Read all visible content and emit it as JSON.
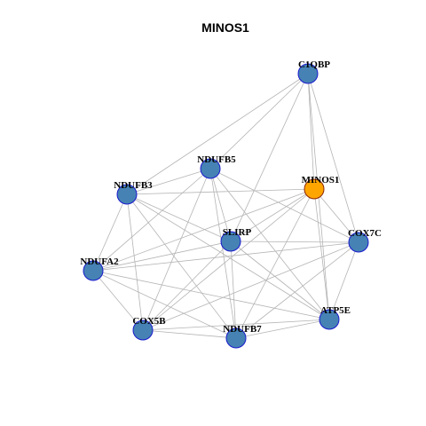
{
  "title": "MINOS1",
  "colors": {
    "default_node_fill": "#4682b4",
    "default_node_stroke": "#1a1acd",
    "highlight_node_fill": "#ffa500",
    "highlight_node_stroke": "#8b2500",
    "edge": "#b4b4b4"
  },
  "nodes": [
    {
      "id": "C1QBP",
      "label": "C1QBP",
      "highlight": false
    },
    {
      "id": "NDUFB5",
      "label": "NDUFB5",
      "highlight": false
    },
    {
      "id": "MINOS1",
      "label": "MINOS1",
      "highlight": true
    },
    {
      "id": "NDUFB3",
      "label": "NDUFB3",
      "highlight": false
    },
    {
      "id": "SLIRP",
      "label": "SLIRP",
      "highlight": false
    },
    {
      "id": "COX7C",
      "label": "COX7C",
      "highlight": false
    },
    {
      "id": "NDUFA2",
      "label": "NDUFA2",
      "highlight": false
    },
    {
      "id": "ATP5E",
      "label": "ATP5E",
      "highlight": false
    },
    {
      "id": "COX5B",
      "label": "COX5B",
      "highlight": false
    },
    {
      "id": "NDUFB7",
      "label": "NDUFB7",
      "highlight": false
    }
  ],
  "edges": [
    [
      "C1QBP",
      "NDUFB5"
    ],
    [
      "C1QBP",
      "NDUFB3"
    ],
    [
      "C1QBP",
      "MINOS1"
    ],
    [
      "C1QBP",
      "SLIRP"
    ],
    [
      "C1QBP",
      "COX7C"
    ],
    [
      "C1QBP",
      "ATP5E"
    ],
    [
      "NDUFB5",
      "NDUFB3"
    ],
    [
      "NDUFB5",
      "NDUFA2"
    ],
    [
      "NDUFB5",
      "SLIRP"
    ],
    [
      "NDUFB5",
      "COX7C"
    ],
    [
      "NDUFB5",
      "ATP5E"
    ],
    [
      "NDUFB5",
      "COX5B"
    ],
    [
      "NDUFB5",
      "NDUFB7"
    ],
    [
      "MINOS1",
      "NDUFB3"
    ],
    [
      "MINOS1",
      "NDUFA2"
    ],
    [
      "MINOS1",
      "SLIRP"
    ],
    [
      "MINOS1",
      "COX7C"
    ],
    [
      "MINOS1",
      "ATP5E"
    ],
    [
      "MINOS1",
      "COX5B"
    ],
    [
      "MINOS1",
      "NDUFB7"
    ],
    [
      "NDUFB3",
      "NDUFA2"
    ],
    [
      "NDUFB3",
      "SLIRP"
    ],
    [
      "NDUFB3",
      "COX5B"
    ],
    [
      "NDUFB3",
      "NDUFB7"
    ],
    [
      "NDUFB3",
      "ATP5E"
    ],
    [
      "SLIRP",
      "COX7C"
    ],
    [
      "SLIRP",
      "NDUFA2"
    ],
    [
      "SLIRP",
      "ATP5E"
    ],
    [
      "SLIRP",
      "COX5B"
    ],
    [
      "SLIRP",
      "NDUFB7"
    ],
    [
      "COX7C",
      "NDUFA2"
    ],
    [
      "COX7C",
      "ATP5E"
    ],
    [
      "COX7C",
      "COX5B"
    ],
    [
      "COX7C",
      "NDUFB7"
    ],
    [
      "NDUFA2",
      "COX5B"
    ],
    [
      "NDUFA2",
      "NDUFB7"
    ],
    [
      "NDUFA2",
      "ATP5E"
    ],
    [
      "COX5B",
      "NDUFB7"
    ],
    [
      "COX5B",
      "ATP5E"
    ],
    [
      "NDUFB7",
      "ATP5E"
    ]
  ]
}
